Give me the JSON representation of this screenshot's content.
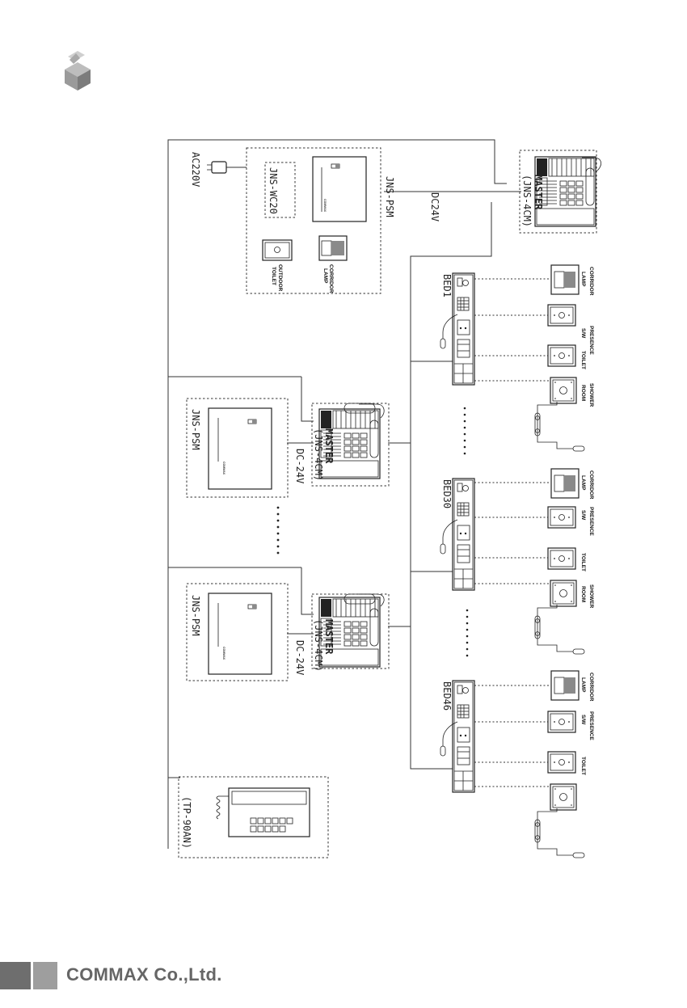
{
  "labels": {
    "ac": "AC220V",
    "dc_top": "DC24V",
    "psm": "JNS-PSM",
    "wc": "JNS-WC20",
    "master": "MASTER",
    "master_model": "(JNS-4CM)",
    "dc_24": "DC-24V",
    "tp": "(TP-90AN)",
    "bed1": "BED1",
    "bed30": "BED30",
    "bed46": "BED46",
    "corridor": "CORRIDOR",
    "lamp": "LAMP",
    "presence": "PRESENCE",
    "sw": "S/W",
    "toilet": "TOILET",
    "shower": "SHOWER",
    "room": "ROOM",
    "outdoor": "OUTDOOR",
    "brand_small": "COMMAX"
  },
  "footer": {
    "company": "COMMAX Co.,Ltd."
  },
  "colors": {
    "line": "#333333",
    "footer_dark": "#6e6e6e",
    "footer_light": "#9e9e9e",
    "footer_text": "#666666"
  }
}
